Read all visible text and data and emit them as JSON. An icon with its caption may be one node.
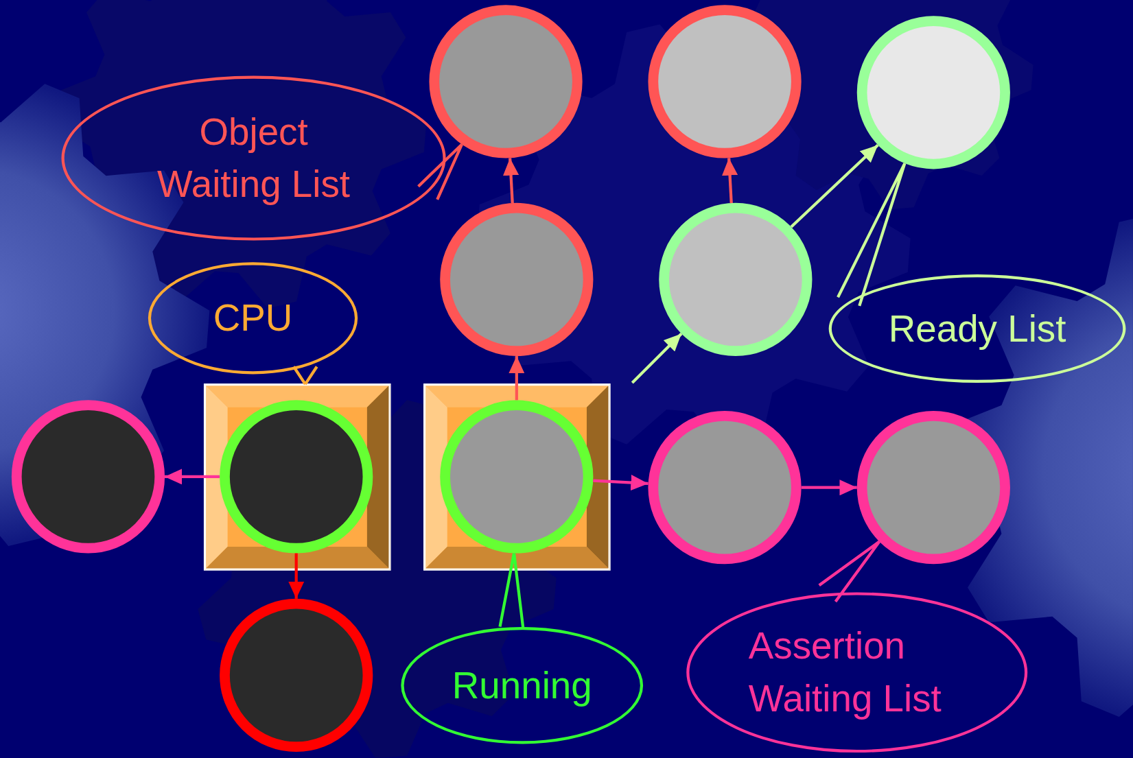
{
  "diagram": {
    "nodes": [
      {
        "text": [],
        "shape": "circle"
      },
      {
        "text": [],
        "shape": "circle"
      },
      {
        "text": [],
        "shape": "circle"
      },
      {
        "text": [
          "Object Waiting List"
        ]
      },
      {
        "text": [],
        "shape": "circle"
      },
      {
        "text": [],
        "shape": "circle"
      },
      {
        "text": [
          "CPU"
        ]
      },
      {
        "text": [
          "Ready List"
        ]
      },
      {
        "text": [],
        "shape": "circle"
      },
      {
        "text": [],
        "shape": "box"
      },
      {
        "text": [],
        "shape": "circle",
        "in": 9
      },
      {
        "text": [],
        "shape": "box"
      },
      {
        "text": [],
        "shape": "circle",
        "in": 11
      },
      {
        "text": [],
        "shape": "circle"
      },
      {
        "text": [],
        "shape": "circle"
      },
      {
        "text": [],
        "shape": "circle"
      },
      {
        "text": [
          "Running"
        ]
      },
      {
        "text": [
          "Assertion Waiting List"
        ]
      }
    ],
    "edges": [
      {
        "from": 10,
        "to": 8,
        "arrow": "to",
        "color": "#ff3399"
      },
      {
        "from": 10,
        "to": 15,
        "arrow": "to",
        "color": "#ff0000"
      },
      {
        "from": 12,
        "to": 4,
        "arrow": "to"
      },
      {
        "from": 4,
        "to": 0,
        "arrow": "to"
      },
      {
        "from": 5,
        "to": 1,
        "arrow": "to"
      },
      {
        "from": null,
        "to": 5,
        "arrow": "to",
        "color": "#ccff99"
      },
      {
        "from": 5,
        "to": 2,
        "arrow": "to",
        "color": "#ccff99"
      },
      {
        "from": 12,
        "to": 13,
        "arrow": "to",
        "color": "#ff3399"
      },
      {
        "from": 13,
        "to": 14,
        "arrow": "to",
        "color": "#ff3399"
      },
      {
        "from": 3,
        "to": 0,
        "arrow": "none"
      },
      {
        "from": 6,
        "to": 9,
        "arrow": "none",
        "color": "#ffaa33"
      },
      {
        "from": 7,
        "to": 2,
        "arrow": "none",
        "color": "#ccff99"
      },
      {
        "from": 16,
        "to": 12,
        "arrow": "none",
        "color": "#33ff33"
      },
      {
        "from": 17,
        "to": 14,
        "arrow": "none",
        "color": "#ff3399"
      }
    ]
  }
}
